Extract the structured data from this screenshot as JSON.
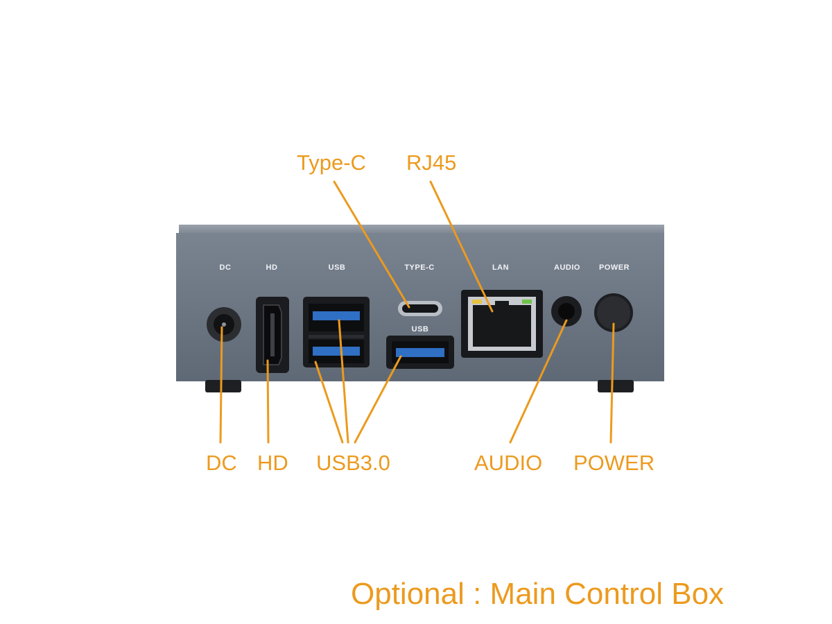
{
  "callouts": {
    "type_c": "Type-C",
    "rj45": "RJ45",
    "dc": "DC",
    "hd": "HD",
    "usb30": "USB3.0",
    "audio": "AUDIO",
    "power": "POWER"
  },
  "panel_labels": {
    "dc": "DC",
    "hd": "HD",
    "usb": "USB",
    "type_c": "TYPE-C",
    "usb_under_type_c": "USB",
    "lan": "LAN",
    "audio": "AUDIO",
    "power": "POWER"
  },
  "caption": "Optional : Main Control Box",
  "colors": {
    "accent": "#ec9a1e",
    "chassis": "#6d7784",
    "usb_insert": "#2f6fc4"
  }
}
